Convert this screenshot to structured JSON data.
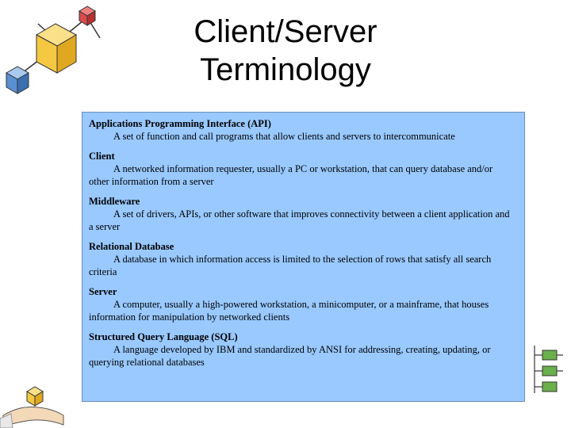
{
  "slide": {
    "title_line1": "Client/Server",
    "title_line2": "Terminology"
  },
  "glossary": [
    {
      "term": "Applications Programming Interface (API)",
      "definition": "A set of function and call programs that allow clients and servers to intercommunicate"
    },
    {
      "term": "Client",
      "definition": "A networked information requester, usually a PC or workstation, that can query database and/or other information from a server"
    },
    {
      "term": "Middleware",
      "definition": "A set of drivers, APIs, or other software that improves connectivity between a client application and a server"
    },
    {
      "term": "Relational Database",
      "definition": "A database in which information access is limited to the selection of rows that satisfy all search criteria"
    },
    {
      "term": "Server",
      "definition": "A computer, usually a high-powered workstation, a minicomputer, or a mainframe, that houses information for manipulation by networked clients"
    },
    {
      "term": "Structured Query Language (SQL)",
      "definition": "A language developed by IBM and standardized by ANSI for addressing, creating, updating, or querying relational databases"
    }
  ],
  "colors": {
    "panel_background": "#99c9ff",
    "panel_border": "#6b8fb8",
    "cube_yellow": "#f5c842",
    "cube_blue": "#5a8fd0",
    "cube_red": "#d94a4a",
    "cube_green": "#6ab04c"
  },
  "icons": {
    "top_left": "network-cubes-illustration",
    "bottom_left": "hand-holding-cube-illustration",
    "bottom_right": "flowchart-illustration"
  }
}
